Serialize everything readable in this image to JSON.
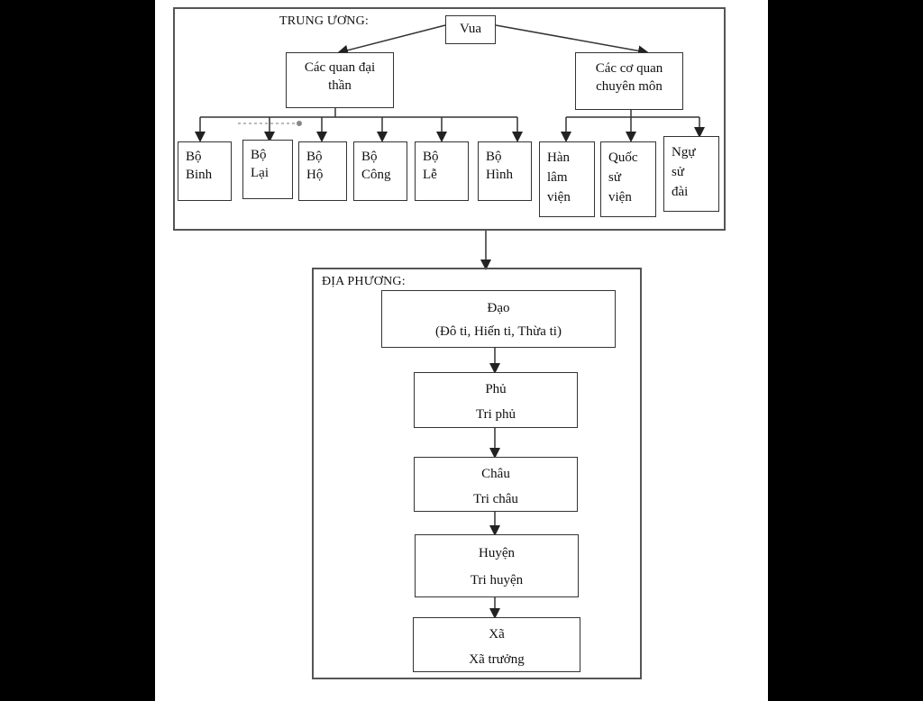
{
  "central": {
    "section_label": "TRUNG ƯƠNG:",
    "king": "Vua",
    "ministers": [
      "Các quan đại",
      "thần"
    ],
    "agencies": [
      "Các cơ quan",
      "chuyên môn"
    ],
    "ministries": [
      [
        "Bộ",
        "Binh"
      ],
      [
        "Bộ",
        "Lại"
      ],
      [
        "Bộ",
        "Hộ"
      ],
      [
        "Bộ",
        "Công"
      ],
      [
        "Bộ",
        "Lễ"
      ],
      [
        "Bộ",
        "Hình"
      ]
    ],
    "agency_units": [
      [
        "Hàn",
        "lâm",
        "viện"
      ],
      [
        "Quốc",
        "sử",
        "viện"
      ],
      [
        "Ngự",
        "sử",
        "đài"
      ]
    ]
  },
  "local": {
    "section_label": "ĐỊA PHƯƠNG:",
    "levels": [
      {
        "name": "Đạo",
        "officials": "(Đô ti, Hiến ti, Thừa ti)"
      },
      {
        "name": "Phủ",
        "officials": "Tri phủ"
      },
      {
        "name": "Châu",
        "officials": "Tri châu"
      },
      {
        "name": "Huyện",
        "officials": "Tri huyện"
      },
      {
        "name": "Xã",
        "officials": "Xã trưởng"
      }
    ]
  }
}
